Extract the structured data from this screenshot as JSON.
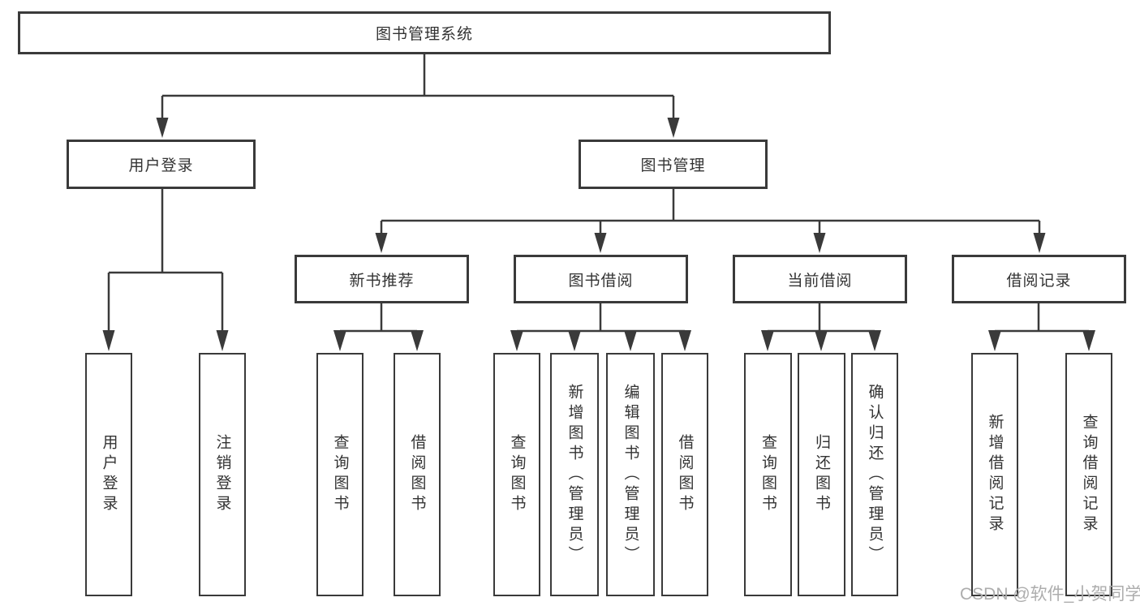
{
  "diagram": {
    "type": "function-structure-tree",
    "root": {
      "label": "图书管理系统"
    },
    "level2": [
      {
        "label": "用户登录"
      },
      {
        "label": "图书管理"
      }
    ],
    "level3": [
      {
        "label": "新书推荐"
      },
      {
        "label": "图书借阅"
      },
      {
        "label": "当前借阅"
      },
      {
        "label": "借阅记录"
      }
    ],
    "leaves_user_login": [
      "用户登录",
      "注销登录"
    ],
    "leaves_new_book": [
      "查询图书",
      "借阅图书"
    ],
    "leaves_book_borrow": [
      "查询图书",
      "新增图书（管理员）",
      "编辑图书（管理员）",
      "借阅图书"
    ],
    "leaves_current_borrow": [
      "查询图书",
      "归还图书",
      "确认归还（管理员）"
    ],
    "leaves_borrow_record": [
      "新增借阅记录",
      "查询借阅记录"
    ]
  },
  "colors": {
    "line": "#3a3a3a",
    "text": "#333333",
    "background": "#ffffff",
    "watermark": "#adadad"
  },
  "watermark": {
    "label": "CSDN @软件_小贺同学"
  }
}
